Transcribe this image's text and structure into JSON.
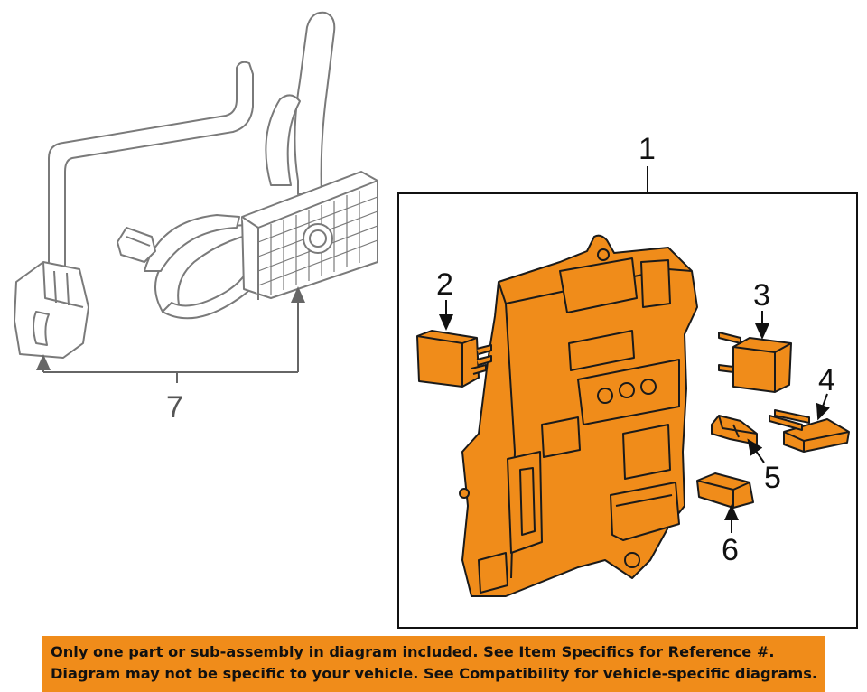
{
  "callouts": {
    "c1": "1",
    "c2": "2",
    "c3": "3",
    "c4": "4",
    "c5": "5",
    "c6": "6",
    "c7": "7"
  },
  "disclaimer": {
    "line1": "Only one part or sub-assembly in diagram included. See Item Specifics for Reference #.",
    "line2": "Diagram may not be specific to your vehicle. See Compatibility for vehicle-specific diagrams."
  },
  "colors": {
    "part_fill": "#f08c1a",
    "outline": "#1a1a1a",
    "ghost_outline": "#7a7a7a",
    "banner": "#f08c1a"
  }
}
